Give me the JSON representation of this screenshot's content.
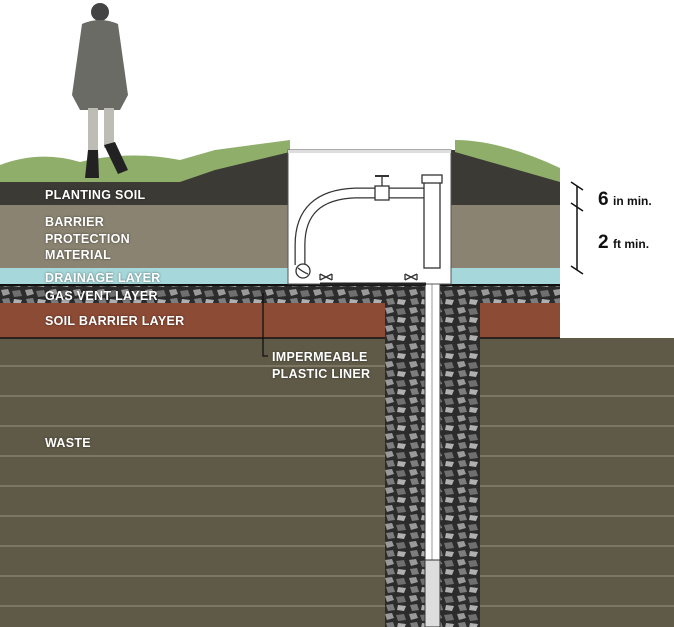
{
  "title": "Landfill cap with gas vent well cross-section",
  "layers": {
    "planting_soil": "PLANTING SOIL",
    "barrier_line1": "BARRIER",
    "barrier_line2": "PROTECTION",
    "barrier_line3": "MATERIAL",
    "drainage": "DRAINAGE LAYER",
    "gas_vent": "GAS VENT LAYER",
    "soil_barrier": "SOIL BARRIER LAYER",
    "liner_line1": "IMPERMEABLE",
    "liner_line2": "PLASTIC LINER",
    "waste": "WASTE"
  },
  "dimensions": {
    "top_value": "6",
    "top_unit": "in min.",
    "bottom_value": "2",
    "bottom_unit": "ft min."
  },
  "colors": {
    "planting_soil": "#3b3a35",
    "barrier": "#8a8371",
    "drainage": "#a6d7da",
    "gravel": "#555555",
    "soil_barrier": "#8c4b35",
    "waste": "#5f5a47"
  }
}
